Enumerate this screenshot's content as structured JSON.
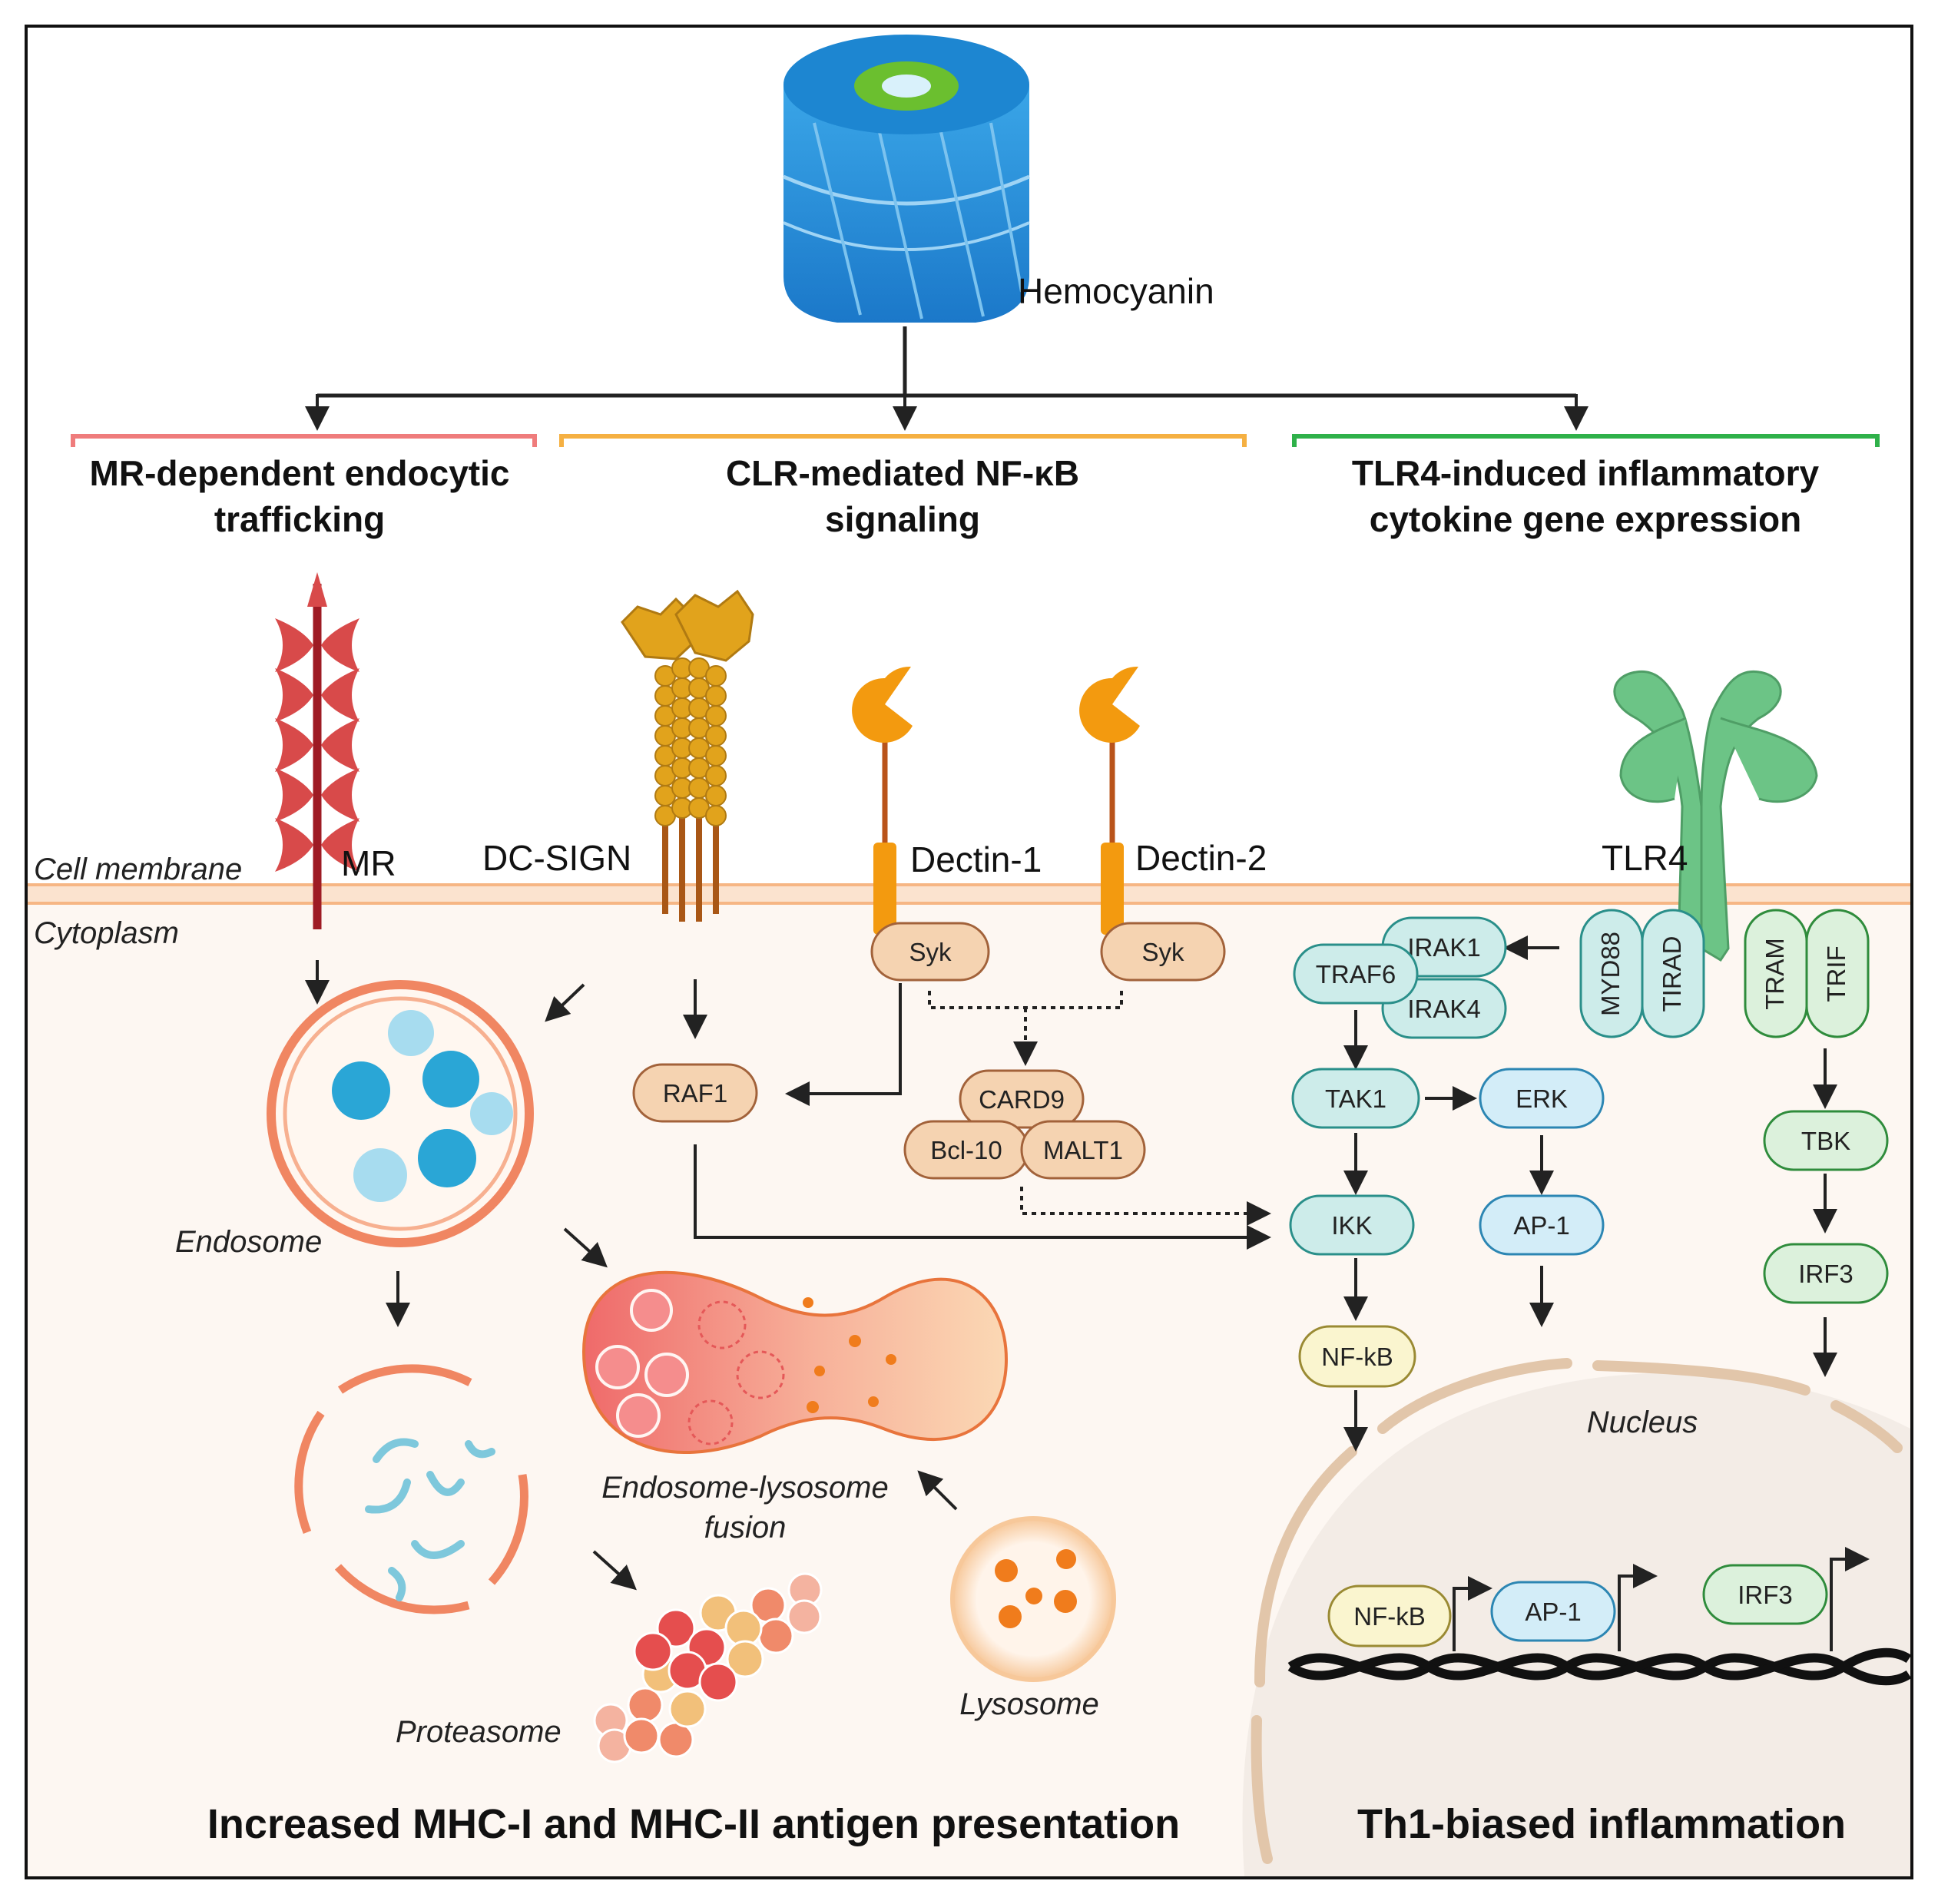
{
  "top": {
    "hemocyanin": "Hemocyanin"
  },
  "branches": {
    "mr": {
      "line1": "MR-dependent endocytic",
      "line2": "trafficking",
      "color": "#ef7c7c"
    },
    "clr": {
      "line1": "CLR-mediated NF-κB",
      "line2": "signaling",
      "color": "#f5b042"
    },
    "tlr": {
      "line1": "TLR4-induced inflammatory",
      "line2": "cytokine gene expression",
      "color": "#2fb14a"
    }
  },
  "regions": {
    "membrane": "Cell membrane",
    "cytoplasm": "Cytoplasm",
    "nucleus": "Nucleus"
  },
  "receptors": {
    "mr": "MR",
    "dcsign": "DC-SIGN",
    "dectin1": "Dectin-1",
    "dectin2": "Dectin-2",
    "tlr4": "TLR4"
  },
  "proteins": {
    "syk1": "Syk",
    "syk2": "Syk",
    "raf1": "RAF1",
    "card9": "CARD9",
    "bcl10": "Bcl-10",
    "malt1": "MALT1",
    "irak1": "IRAK1",
    "irak4": "IRAK4",
    "traf6": "TRAF6",
    "myd88": "MYD88",
    "tirad": "TIRAD",
    "tram": "TRAM",
    "trif": "TRIF",
    "tak1": "TAK1",
    "erk": "ERK",
    "ikk": "IKK",
    "ap1": "AP-1",
    "nfkb": "NF-kB",
    "tbk": "TBK",
    "irf3": "IRF3"
  },
  "nuclear": {
    "nfkb": "NF-kB",
    "ap1": "AP-1",
    "irf3": "IRF3"
  },
  "organelles": {
    "endosome": "Endosome",
    "fusion1": "Endosome-lysosome",
    "fusion2": "fusion",
    "lysosome": "Lysosome",
    "proteasome": "Proteasome"
  },
  "outcomes": {
    "left": "Increased MHC-I and MHC-II antigen presentation",
    "right": "Th1-biased inflammation"
  },
  "colors": {
    "cyan_fill": "#cdecea",
    "cyan_stroke": "#2a8f8a",
    "blue_fill": "#d3edf8",
    "blue_stroke": "#2c86b3",
    "green_fill": "#dcf1dc",
    "green_stroke": "#2f8c3c",
    "tan_fill": "#f5d3b1",
    "tan_stroke": "#a2623a",
    "yellow_fill": "#faf5cf",
    "yellow_stroke": "#9a8a33"
  }
}
